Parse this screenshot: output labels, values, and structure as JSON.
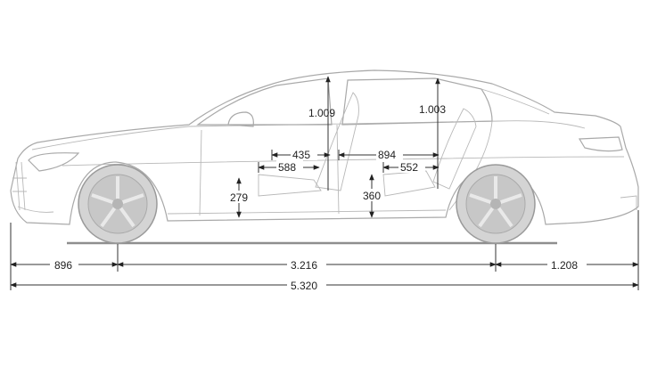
{
  "colors": {
    "car_outline": "#a9a9a9",
    "wheel_fill": "#c7c7c7",
    "dimension_ink": "#222222",
    "background": "#ffffff"
  },
  "dimensions": {
    "front_overhang": "896",
    "wheelbase": "3.216",
    "rear_overhang": "1.208",
    "overall_length": "5.320",
    "front_headroom": "1.009",
    "rear_headroom": "1.003",
    "front_seat_to_pillar": "435",
    "front_seat_depth": "588",
    "rear_legroom": "894",
    "rear_seat_depth": "552",
    "front_seat_height": "279",
    "rear_seat_height": "360"
  }
}
